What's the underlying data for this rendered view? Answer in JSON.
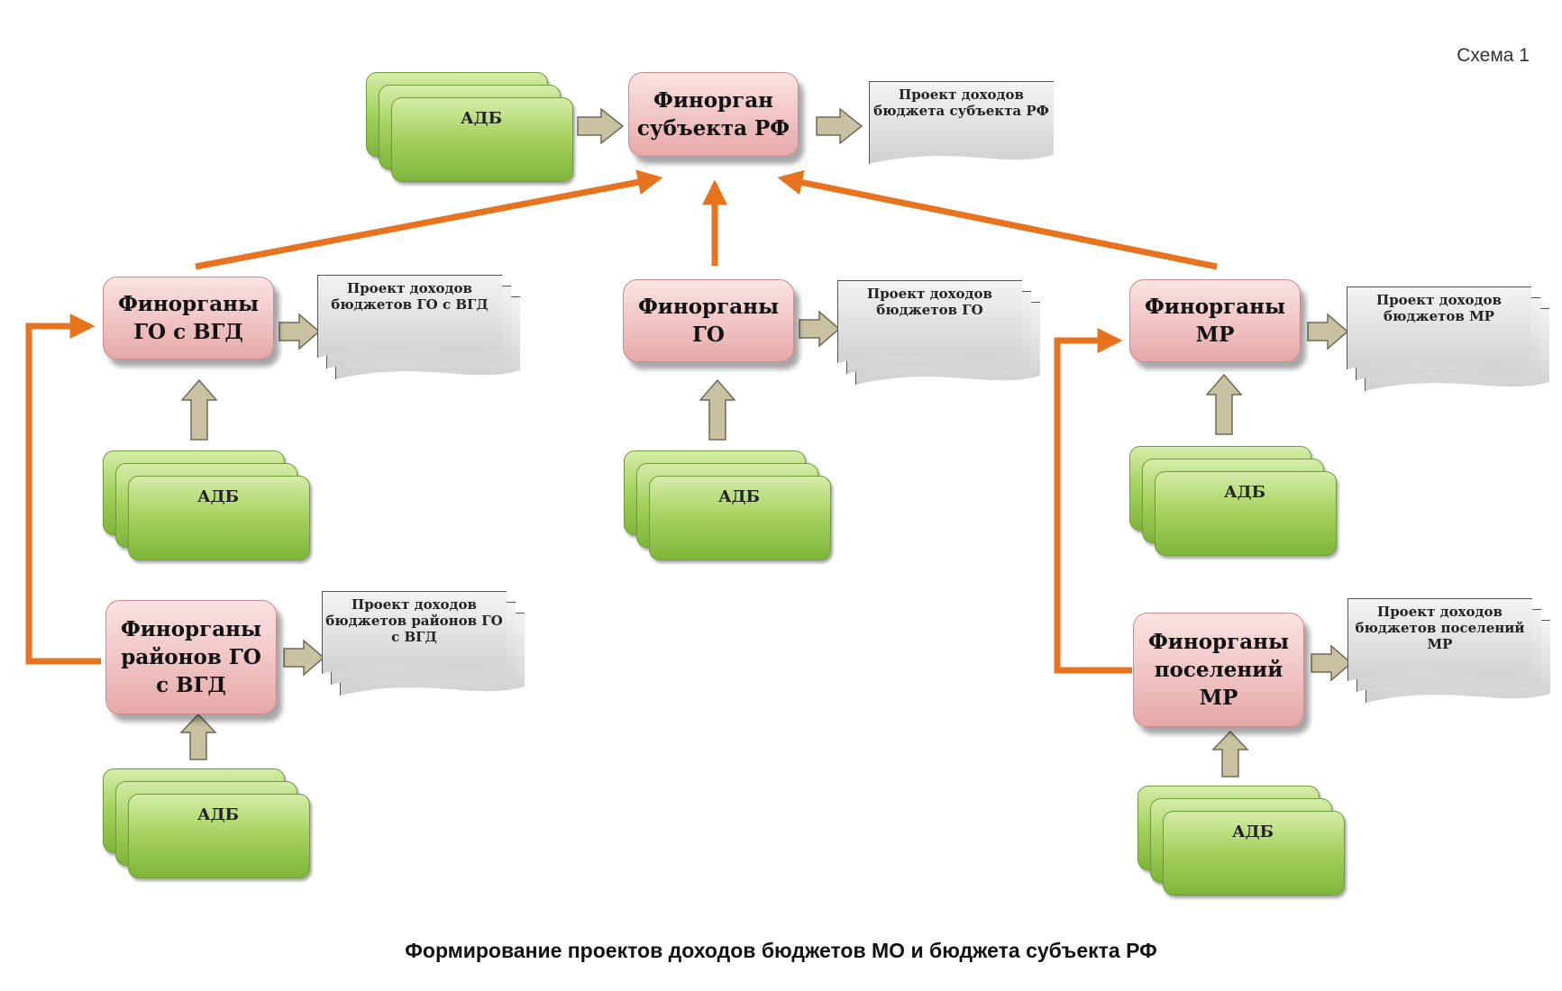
{
  "scheme_label": "Схема 1",
  "caption": "Формирование проектов доходов бюджетов МО и бюджета субъекта РФ",
  "colors": {
    "flow_arrow": "#e8731f",
    "input_arrow": "#c9c2a1",
    "fin_box": "#efc0c0",
    "adb_box": "#a3d15c",
    "doc_box": "#dcdcdc"
  },
  "nodes": {
    "fin_subject": "Финорган\nсубъекта РФ",
    "fin_go_vgd": "Финорганы\nГО с ВГД",
    "fin_go": "Финорганы\nГО",
    "fin_mr": "Финорганы\nМР",
    "fin_rayon": "Финорганы\nрайонов ГО\nс ВГД",
    "fin_poselen": "Финорганы\nпоселений\nМР"
  },
  "documents": {
    "doc_subject": "Проект доходов\nбюджета субъекта РФ",
    "doc_go_vgd": "Проект доходов\nбюджетов ГО с ВГД",
    "doc_go": "Проект доходов\nбюджетов ГО",
    "doc_mr": "Проект доходов\nбюджетов МР",
    "doc_rayon": "Проект доходов\nбюджетов районов ГО\nс ВГД",
    "doc_poselen": "Проект доходов\nбюджетов поселений\nМР"
  },
  "adb_label": "АДБ"
}
